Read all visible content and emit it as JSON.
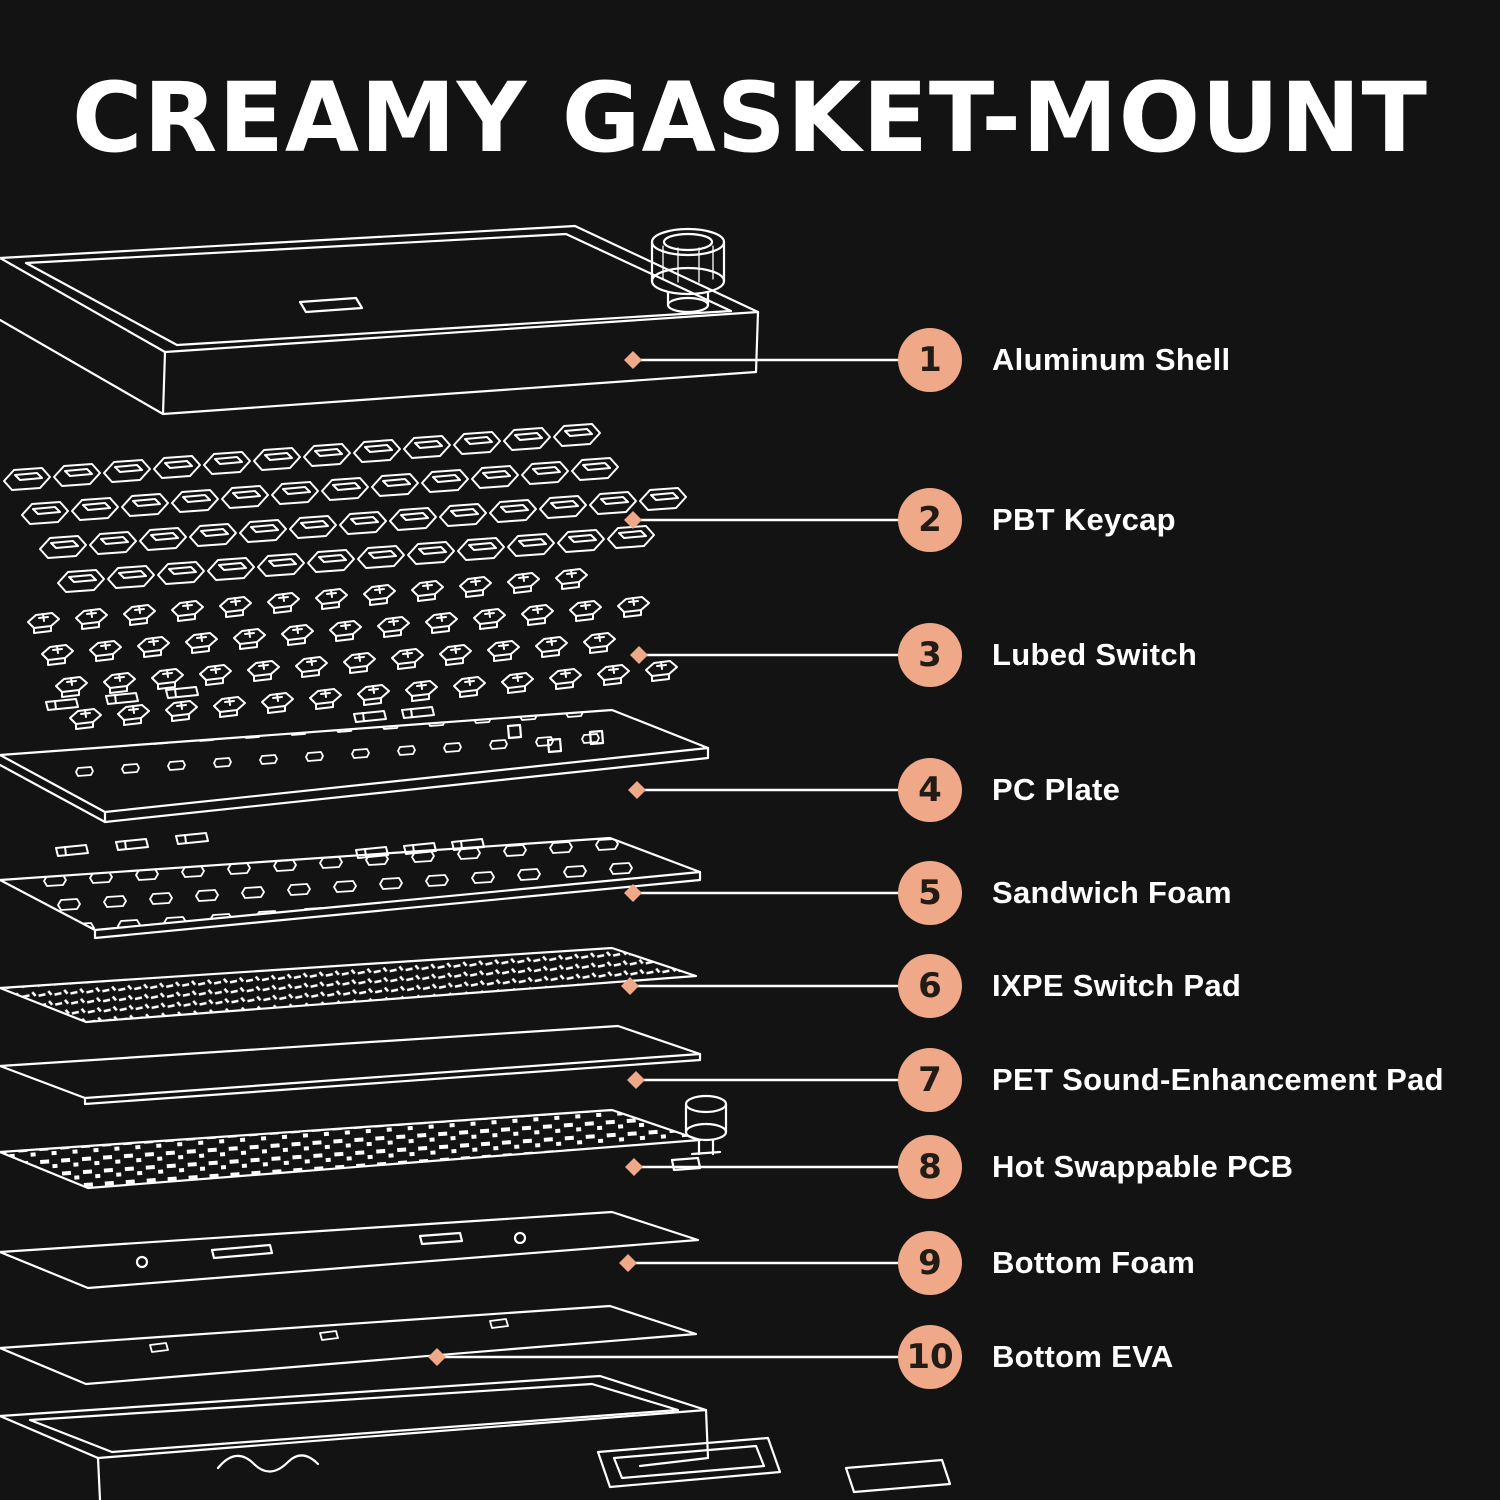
{
  "title": "CREAMY GASKET-MOUNT",
  "theme": {
    "background": "#131313",
    "accent": "#EFA888",
    "lineColor": "#FFFFFF",
    "textColor": "#FFFFFF",
    "numberColor": "#221B16"
  },
  "callouts": [
    {
      "number": "1",
      "label": "Aluminum Shell"
    },
    {
      "number": "2",
      "label": "PBT Keycap"
    },
    {
      "number": "3",
      "label": "Lubed Switch"
    },
    {
      "number": "4",
      "label": "PC Plate"
    },
    {
      "number": "5",
      "label": "Sandwich Foam"
    },
    {
      "number": "6",
      "label": "IXPE Switch Pad"
    },
    {
      "number": "7",
      "label": "PET Sound-Enhancement Pad"
    },
    {
      "number": "8",
      "label": "Hot Swappable PCB"
    },
    {
      "number": "9",
      "label": "Bottom Foam"
    },
    {
      "number": "10",
      "label": "Bottom EVA"
    }
  ]
}
